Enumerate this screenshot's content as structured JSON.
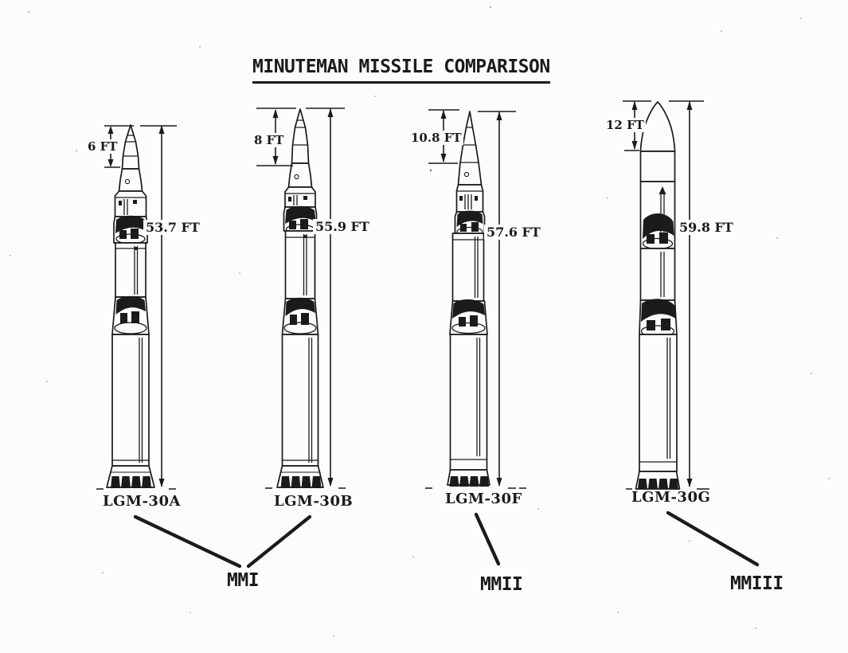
{
  "title": "MINUTEMAN MISSILE COMPARISON",
  "missiles": [
    {
      "designation": "LGM-30A",
      "nose_length": "6 FT",
      "total_height": "53.7 FT",
      "family": "MMI"
    },
    {
      "designation": "LGM-30B",
      "nose_length": "8 FT",
      "total_height": "55.9 FT",
      "family": "MMI"
    },
    {
      "designation": "LGM-30F",
      "nose_length": "10.8 FT",
      "total_height": "57.6 FT",
      "family": "MMII"
    },
    {
      "designation": "LGM-30G",
      "nose_length": "12 FT",
      "total_height": "59.8 FT",
      "family": "MMIII"
    }
  ],
  "family_labels": [
    {
      "label": "MMI"
    },
    {
      "label": "MMII"
    },
    {
      "label": "MMIII"
    }
  ],
  "colors": {
    "ink": "#1b1b1b",
    "paper": "#fcfcfa"
  }
}
